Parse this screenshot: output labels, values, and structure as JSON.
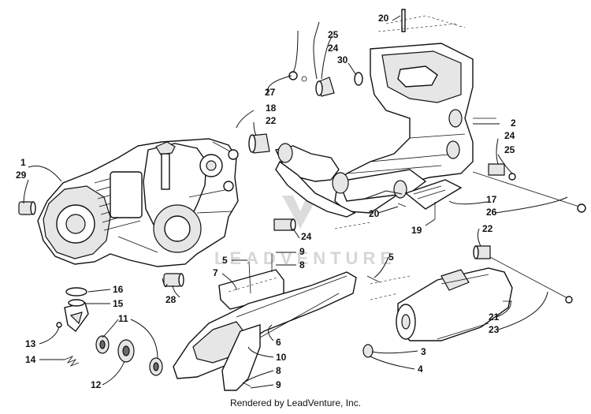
{
  "diagram": {
    "credit": "Rendered by LeadVenture, Inc.",
    "watermark": "LEADVENTURE",
    "callouts": {
      "c1": "1",
      "c29": "29",
      "c2": "2",
      "c3": "3",
      "c4": "4",
      "c5a": "5",
      "c5b": "5",
      "c6": "6",
      "c7": "7",
      "c8a": "8",
      "c8b": "8",
      "c9a": "9",
      "c9b": "9",
      "c10": "10",
      "c11": "11",
      "c12": "12",
      "c13": "13",
      "c14": "14",
      "c15": "15",
      "c16": "16",
      "c17": "17",
      "c18": "18",
      "c19": "19",
      "c20a": "20",
      "c20b": "20",
      "c21": "21",
      "c22a": "22",
      "c22b": "22",
      "c23": "23",
      "c24a": "24",
      "c24b": "24",
      "c24c": "24",
      "c25a": "25",
      "c25b": "25",
      "c26": "26",
      "c27": "27",
      "c28": "28",
      "c30": "30"
    }
  }
}
